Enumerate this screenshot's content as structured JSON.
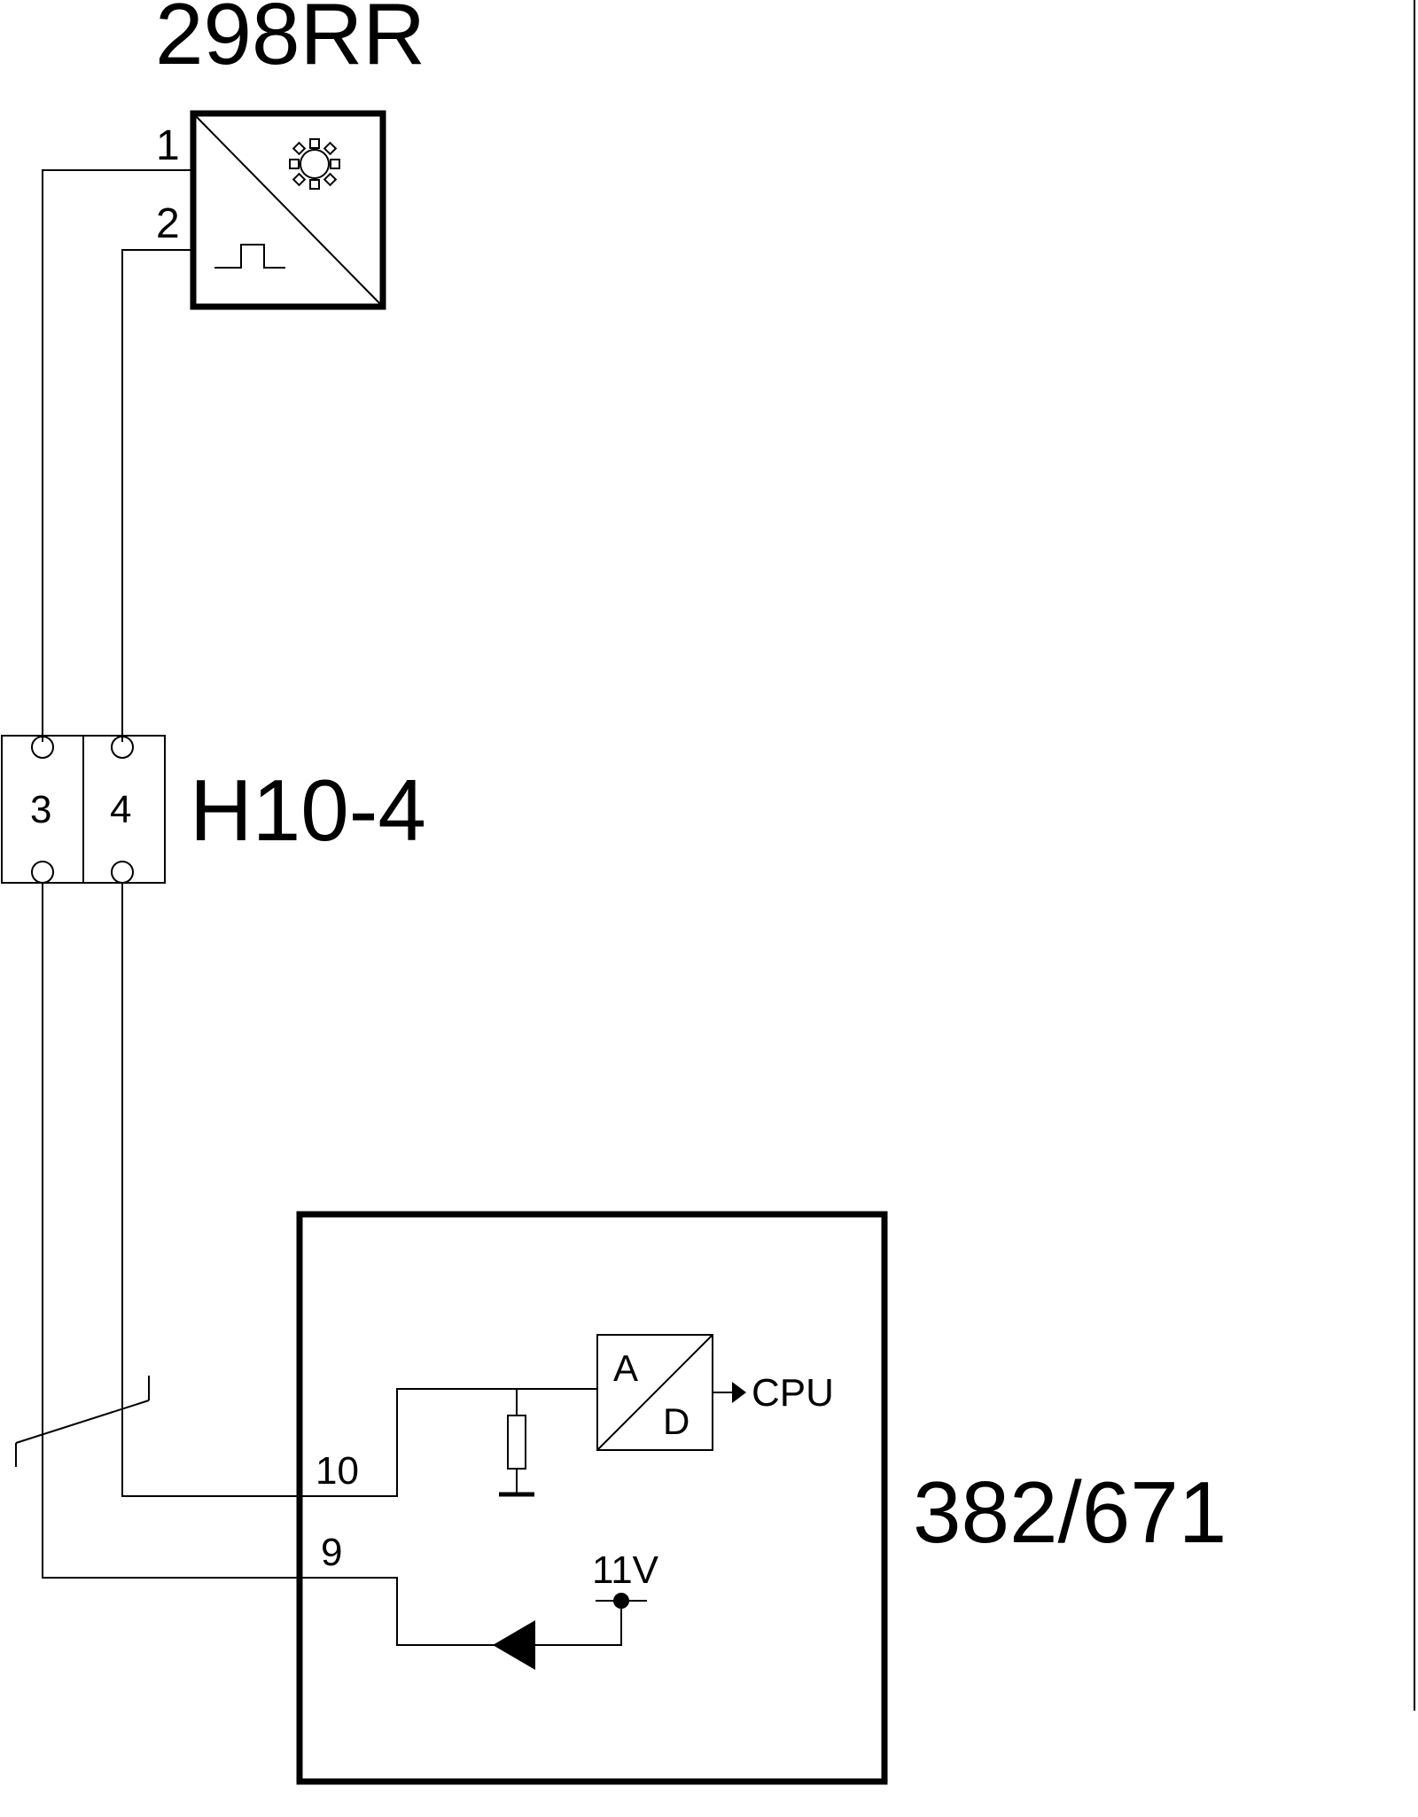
{
  "components": {
    "sensor": {
      "id": "298RR",
      "pin_1": "1",
      "pin_2": "2"
    },
    "connector": {
      "id": "H10-4",
      "terminal_3": "3",
      "terminal_4": "4"
    },
    "ecu": {
      "id": "382/671",
      "pin_10": "10",
      "pin_9": "9",
      "adc_a": "A",
      "adc_d": "D",
      "cpu_label": "CPU",
      "supply_label": "11V"
    }
  }
}
